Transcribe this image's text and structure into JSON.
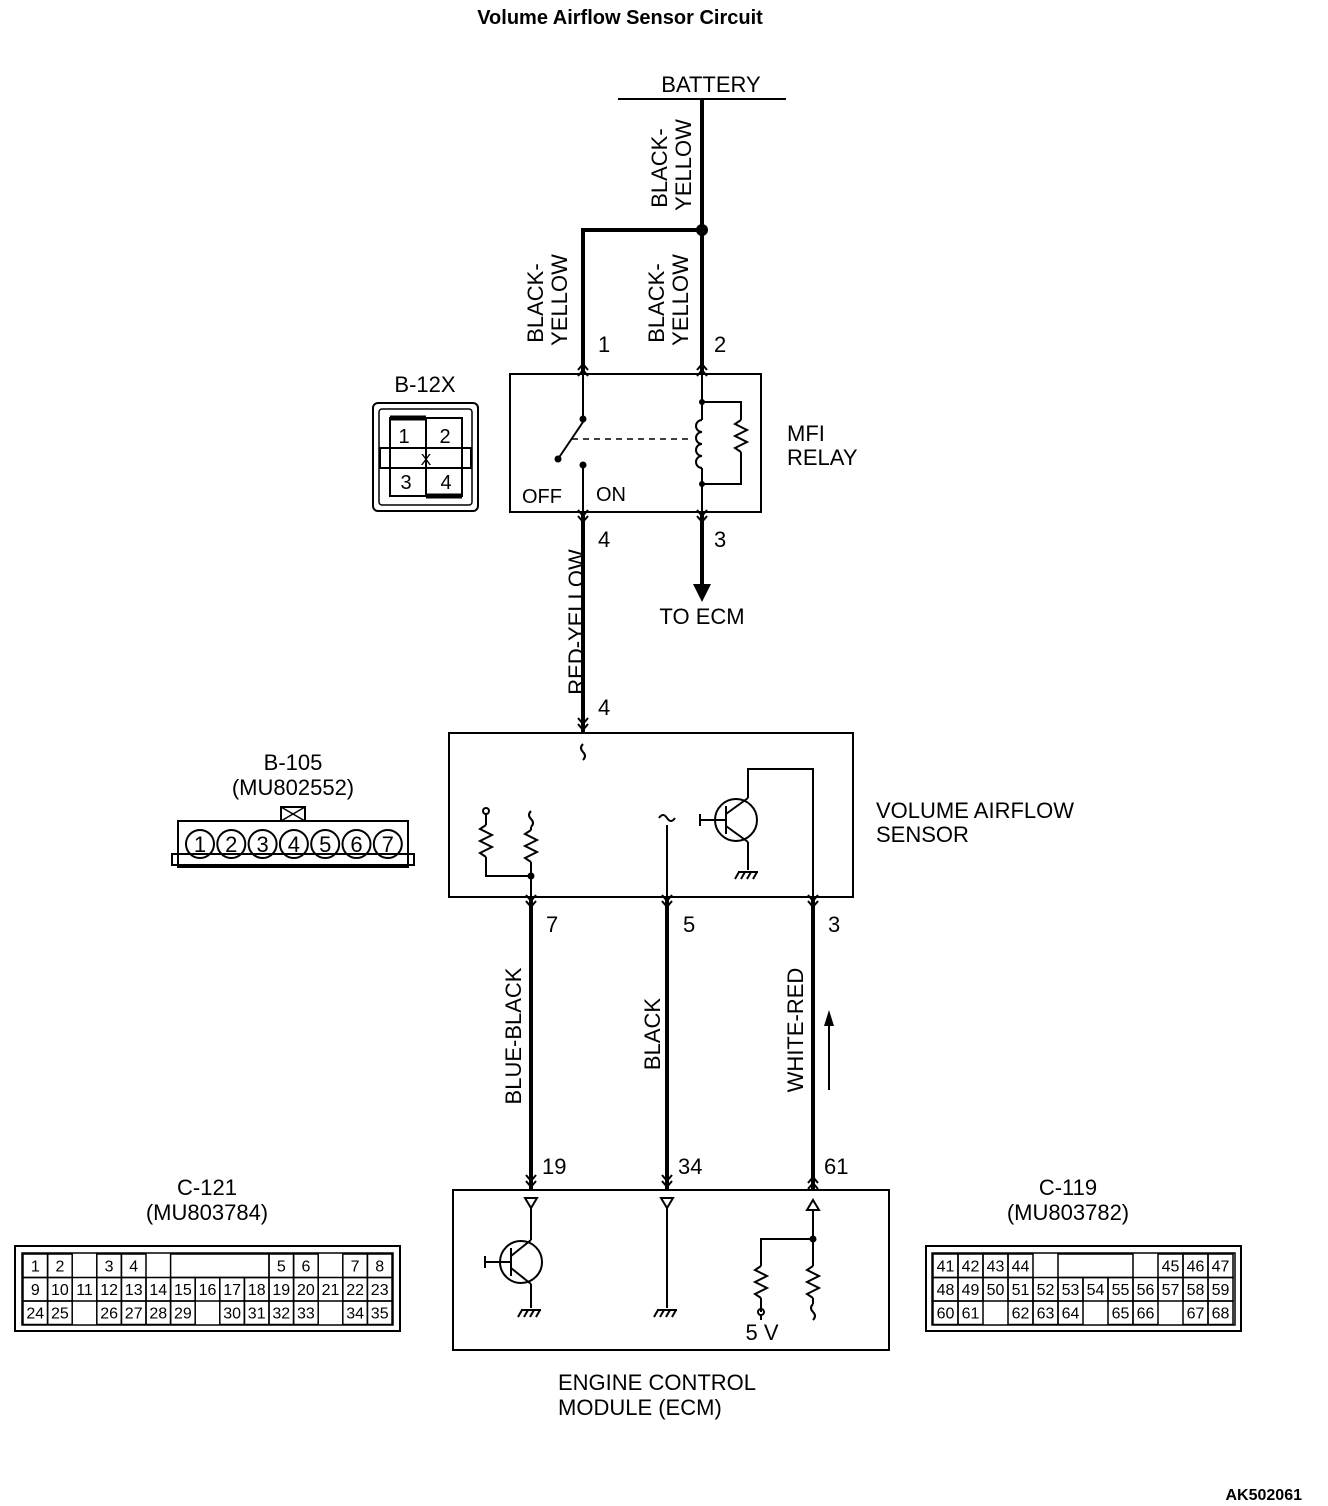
{
  "title": "Volume Airflow Sensor Circuit",
  "figure_id": "AK502061",
  "battery": {
    "label": "BATTERY"
  },
  "wires": {
    "battery_feed": "BLACK-\nYELLOW",
    "relay_pin1": "BLACK-\nYELLOW",
    "relay_pin2": "BLACK-\nYELLOW",
    "relay_to_sensor": "RED-YELLOW",
    "sensor_pin7": "BLUE-BLACK",
    "sensor_pin5": "BLACK",
    "sensor_pin3": "WHITE-RED"
  },
  "mfi_relay": {
    "label": "MFI\nRELAY",
    "pin1": "1",
    "pin2": "2",
    "pin3": "3",
    "pin4": "4",
    "off_label": "OFF",
    "on_label": "ON",
    "to_ecm": "TO ECM"
  },
  "connector_b12x": {
    "label": "B-12X",
    "pins": [
      "1",
      "2",
      "3",
      "4"
    ],
    "mark": "X"
  },
  "sensor": {
    "label": "VOLUME AIRFLOW\nSENSOR",
    "pin_top": "4",
    "pin7": "7",
    "pin5": "5",
    "pin3": "3"
  },
  "connector_b105": {
    "label": "B-105",
    "part": "(MU802552)",
    "pins": [
      "1",
      "2",
      "3",
      "4",
      "5",
      "6",
      "7"
    ]
  },
  "ecm": {
    "label": "ENGINE CONTROL\nMODULE (ECM)",
    "pin19": "19",
    "pin34": "34",
    "pin61": "61",
    "voltage": "5 V"
  },
  "connector_c121": {
    "label": "C-121",
    "part": "(MU803784)",
    "rows": [
      [
        "1",
        "2",
        "",
        "3",
        "4",
        "",
        "",
        "",
        "",
        "",
        "5",
        "6",
        "",
        "7",
        "8"
      ],
      [
        "9",
        "10",
        "11",
        "12",
        "13",
        "14",
        "15",
        "16",
        "17",
        "18",
        "19",
        "20",
        "21",
        "22",
        "23"
      ],
      [
        "24",
        "25",
        "",
        "26",
        "27",
        "28",
        "29",
        "",
        "30",
        "31",
        "32",
        "33",
        "",
        "34",
        "35"
      ]
    ]
  },
  "connector_c119": {
    "label": "C-119",
    "part": "(MU803782)",
    "rows": [
      [
        "41",
        "42",
        "43",
        "44",
        "",
        "",
        "",
        "",
        "",
        "45",
        "46",
        "47"
      ],
      [
        "48",
        "49",
        "50",
        "51",
        "52",
        "53",
        "54",
        "55",
        "56",
        "57",
        "58",
        "59"
      ],
      [
        "60",
        "61",
        "",
        "62",
        "63",
        "64",
        "",
        "65",
        "66",
        "",
        "67",
        "68"
      ]
    ]
  },
  "icons": [
    "relay-switch-icon",
    "relay-coil-icon",
    "resistor-icon",
    "transistor-icon",
    "ground-icon",
    "arrow-up-icon",
    "arrow-down-icon"
  ]
}
